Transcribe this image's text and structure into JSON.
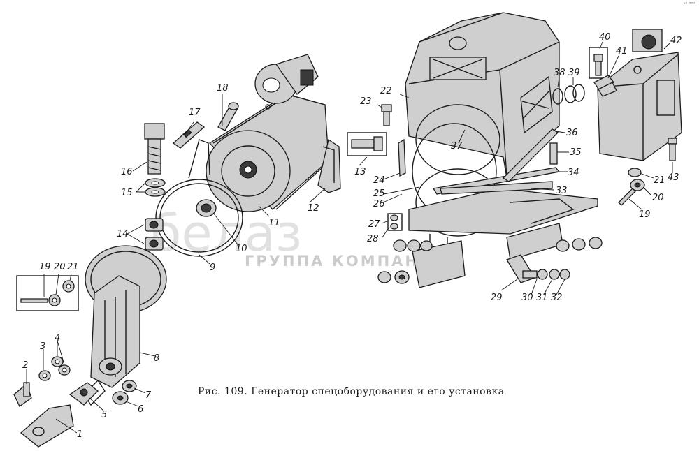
{
  "caption": "Рис. 109. Генератор спецоборудования и его установка",
  "watermark": {
    "logo": "белаз",
    "text": "ГРУППА КОМПАНИЙ"
  },
  "corner_mark": "ᵃ⁰ ⁰⁰⁰",
  "labels": {
    "l1": "1",
    "l2": "2",
    "l3": "3",
    "l4": "4",
    "l5": "5",
    "l6": "6",
    "l7": "7",
    "l8": "8",
    "l9": "9",
    "l10": "10",
    "l11": "11",
    "l12": "12",
    "l13": "13",
    "l14": "14",
    "l15": "15",
    "l16": "16",
    "l17": "17",
    "l18": "18",
    "l19a": "19",
    "l20a": "20",
    "l21a": "21",
    "l22": "22",
    "l23": "23",
    "l24": "24",
    "l25": "25",
    "l26": "26",
    "l27": "27",
    "l28": "28",
    "l29": "29",
    "l30": "30",
    "l31": "31",
    "l32": "32",
    "l33": "33",
    "l34": "34",
    "l35": "35",
    "l36": "36",
    "l37": "37",
    "l38": "38",
    "l39": "39",
    "l40": "40",
    "l41": "41",
    "l42": "42",
    "l43": "43",
    "l19b": "19",
    "l20b": "20",
    "l21b": "21"
  }
}
